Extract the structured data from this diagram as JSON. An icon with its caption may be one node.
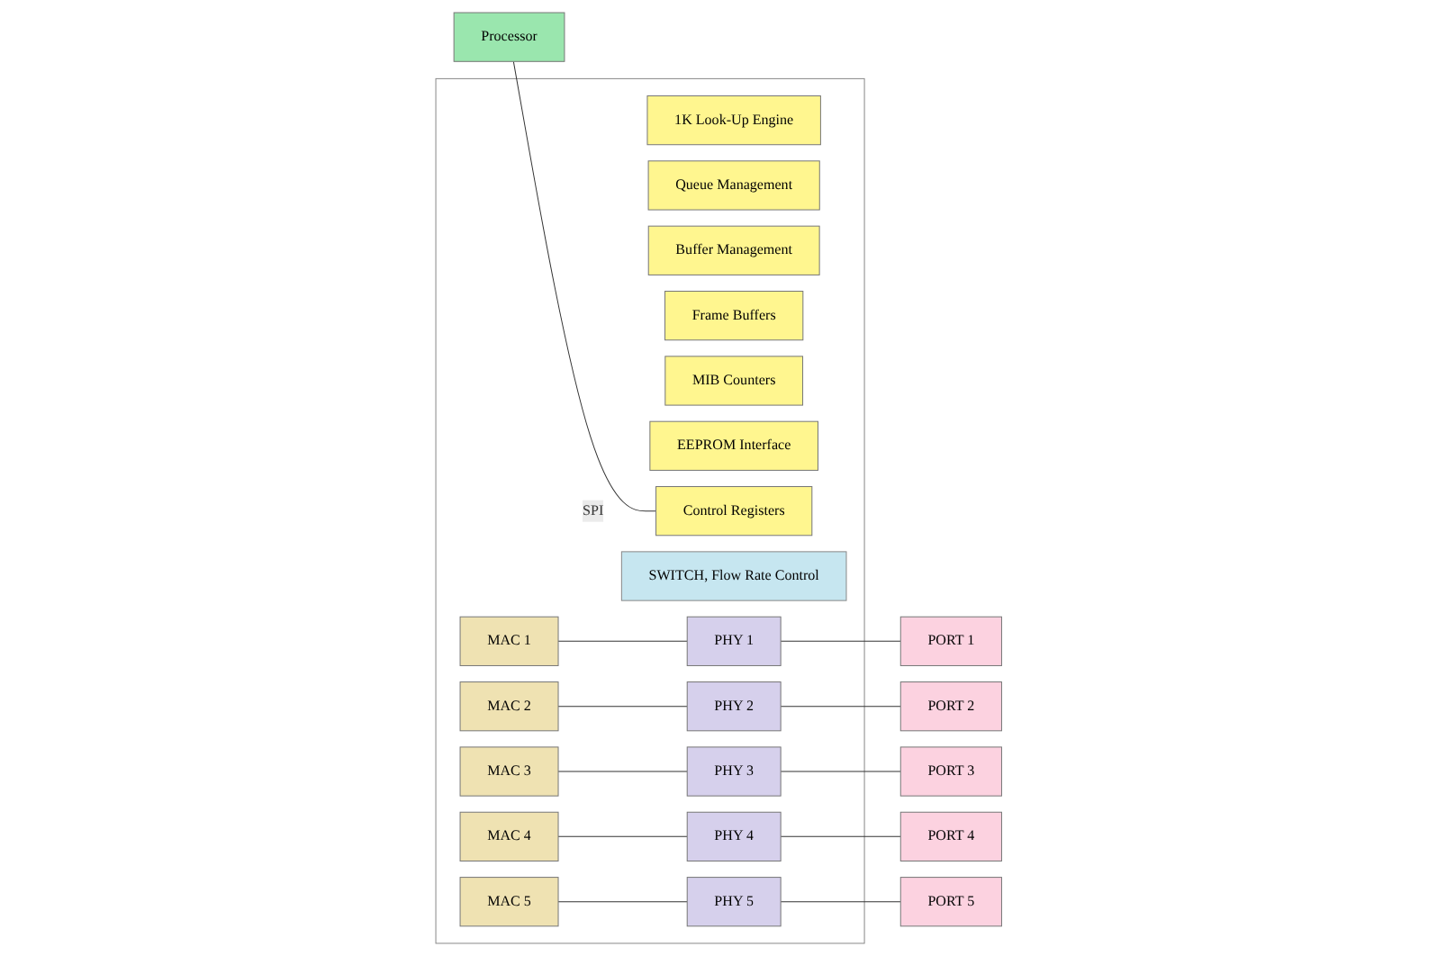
{
  "diagram": {
    "nodes": [
      {
        "text": [],
        "shape": "box"
      },
      {
        "text": [
          "1K Look-Up Engine"
        ],
        "in": 0
      },
      {
        "text": [
          "Queue Management"
        ],
        "in": 0
      },
      {
        "text": [
          "Buffer Management"
        ],
        "in": 0
      },
      {
        "text": [
          "Frame Buffers"
        ],
        "in": 0
      },
      {
        "text": [
          "MIB Counters"
        ],
        "in": 0
      },
      {
        "text": [
          "EEPROM Interface"
        ],
        "in": 0
      },
      {
        "text": [
          "Control Registers"
        ],
        "in": 0
      },
      {
        "text": [
          "SWITCH, Flow Rate Control"
        ],
        "in": 0
      },
      {
        "text": [
          "MAC 1"
        ],
        "in": 0
      },
      {
        "text": [
          "MAC 2"
        ],
        "in": 0
      },
      {
        "text": [
          "MAC 3"
        ],
        "in": 0
      },
      {
        "text": [
          "MAC 4"
        ],
        "in": 0
      },
      {
        "text": [
          "MAC 5"
        ],
        "in": 0
      },
      {
        "text": [
          "PHY 1"
        ],
        "in": 0
      },
      {
        "text": [
          "PHY 2"
        ],
        "in": 0
      },
      {
        "text": [
          "PHY 3"
        ],
        "in": 0
      },
      {
        "text": [
          "PHY 4"
        ],
        "in": 0
      },
      {
        "text": [
          "PHY 5"
        ],
        "in": 0
      },
      {
        "text": [
          "PORT 1"
        ]
      },
      {
        "text": [
          "PORT 2"
        ]
      },
      {
        "text": [
          "PORT 3"
        ]
      },
      {
        "text": [
          "PORT 4"
        ]
      },
      {
        "text": [
          "PORT 5"
        ]
      },
      {
        "text": [
          "Processor"
        ]
      }
    ],
    "edges": [
      {
        "from": 24,
        "to": 7,
        "arrow": "none",
        "label": "SPI"
      },
      {
        "from": 9,
        "to": 14,
        "arrow": "none"
      },
      {
        "from": 14,
        "to": 19,
        "arrow": "none"
      },
      {
        "from": 10,
        "to": 15,
        "arrow": "none"
      },
      {
        "from": 15,
        "to": 20,
        "arrow": "none"
      },
      {
        "from": 11,
        "to": 16,
        "arrow": "none"
      },
      {
        "from": 16,
        "to": 21,
        "arrow": "none"
      },
      {
        "from": 12,
        "to": 17,
        "arrow": "none"
      },
      {
        "from": 17,
        "to": 22,
        "arrow": "none"
      },
      {
        "from": 13,
        "to": 18,
        "arrow": "none"
      },
      {
        "from": 18,
        "to": 23,
        "arrow": "none"
      }
    ]
  }
}
